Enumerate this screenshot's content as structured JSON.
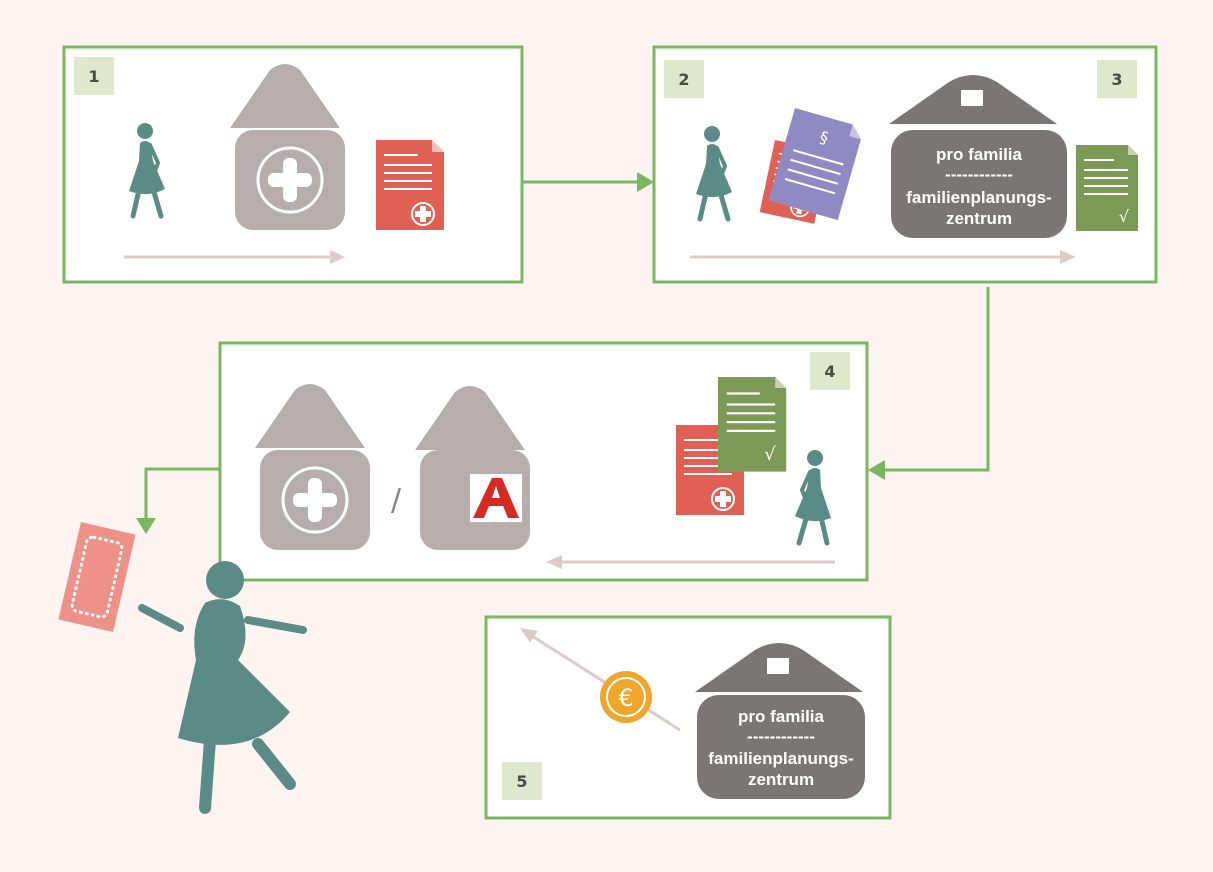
{
  "steps": [
    {
      "number": "1"
    },
    {
      "number": "2"
    },
    {
      "number": "3"
    },
    {
      "number": "4"
    },
    {
      "number": "5"
    }
  ],
  "counseling_center": {
    "name": "pro familia",
    "divider": "------------",
    "type_line1": "familienplanungs-",
    "type_line2": "zentrum"
  },
  "document_symbols": {
    "law": "§",
    "check": "√",
    "currency": "€"
  },
  "separator": "/",
  "colors": {
    "background": "#fdf3f1",
    "frame": "#7bb661",
    "number_box": "#dfe8cc",
    "building": "#b7adad",
    "center_building": "#7a7676",
    "figure": "#5a8b86",
    "doc_red": "#e06154",
    "doc_purple": "#8f8ac1",
    "doc_green": "#7b9a55",
    "coin": "#f0a52c",
    "arrow_light": "#dccbc9",
    "pill_pack": "#ee9189"
  },
  "icons": [
    "walking-woman-icon",
    "medical-practice-icon",
    "pharmacy-icon",
    "prescription-icon",
    "legal-document-icon",
    "approval-document-icon",
    "euro-coin-icon",
    "contraceptive-pill-pack-icon",
    "dancing-woman-icon"
  ]
}
